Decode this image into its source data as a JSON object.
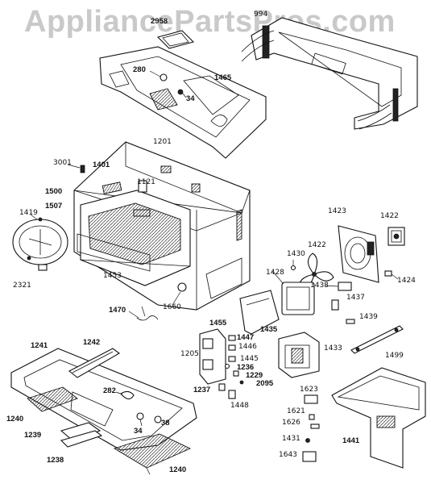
{
  "watermark": "AppliancePartsPros.com",
  "labels": {
    "p2958": "2958",
    "p994": "994",
    "p280": "280",
    "p1465": "1465",
    "p34a": "34",
    "p3001": "3001",
    "p1201": "1201",
    "p1401": "1401",
    "p1121": "1121",
    "p1500": "1500",
    "p1507": "1507",
    "p1419": "1419",
    "p1423": "1423",
    "p1422a": "1422",
    "p1422b": "1422",
    "p1430": "1430",
    "p1428": "1428",
    "p1438": "1438",
    "p1424": "1424",
    "p1453": "1453",
    "p2321": "2321",
    "p1437": "1437",
    "p1439": "1439",
    "p1660": "1660",
    "p1470": "1470",
    "p1455": "1455",
    "p1435": "1435",
    "p1447": "1447",
    "p1446": "1446",
    "p1205": "1205",
    "p1433": "1433",
    "p1445": "1445",
    "p1236": "1236",
    "p1229": "1229",
    "p2095": "2095",
    "p1237": "1237",
    "p1448": "1448",
    "p1241": "1241",
    "p1242": "1242",
    "p1499": "1499",
    "p1623": "1623",
    "p282": "282",
    "p1240a": "1240",
    "p38": "38",
    "p34b": "34",
    "p1621": "1621",
    "p1626": "1626",
    "p1239": "1239",
    "p1431": "1431",
    "p1441": "1441",
    "p1643": "1643",
    "p1238": "1238",
    "p1240b": "1240"
  }
}
